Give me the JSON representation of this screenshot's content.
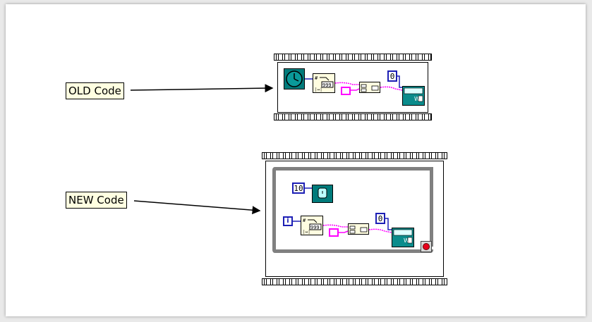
{
  "labels": {
    "old": "OLD Code",
    "new": "NEW Code"
  },
  "constants": {
    "old_zero": "0",
    "new_wait": "10",
    "new_zero": "0",
    "format_old": "999",
    "format_new": "999"
  },
  "icons": {
    "timed_loop": "clock-icon",
    "wait_ms": "wait-icon",
    "loop_iteration": "i",
    "stop_button": "stop-icon"
  },
  "colors": {
    "label_bg": "#ffffe1",
    "wire_blue": "#1d1fb5",
    "wire_pink": "#ff00ff",
    "teal": "#007b7b",
    "while_border": "#808080"
  }
}
